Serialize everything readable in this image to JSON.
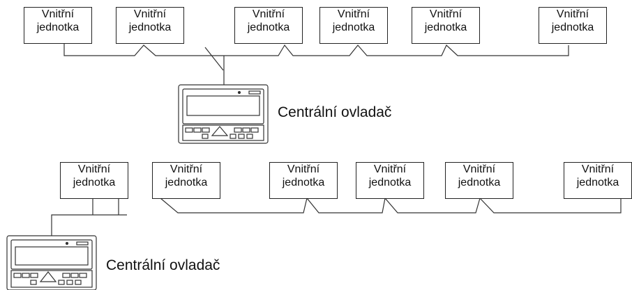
{
  "diagram": {
    "top_row": {
      "units": [
        {
          "line1": "Vnitřní",
          "line2": "jednotka"
        },
        {
          "line1": "Vnitřní",
          "line2": "jednotka"
        },
        {
          "line1": "Vnitřní",
          "line2": "jednotka"
        },
        {
          "line1": "Vnitřní",
          "line2": "jednotka"
        },
        {
          "line1": "Vnitřní",
          "line2": "jednotka"
        },
        {
          "line1": "Vnitřní",
          "line2": "jednotka"
        }
      ],
      "controller_label": "Centrální ovladač"
    },
    "bottom_row": {
      "units": [
        {
          "line1": "Vnitřní",
          "line2": "jednotka"
        },
        {
          "line1": "Vnitřní",
          "line2": "jednotka"
        },
        {
          "line1": "Vnitřní",
          "line2": "jednotka"
        },
        {
          "line1": "Vnitřní",
          "line2": "jednotka"
        },
        {
          "line1": "Vnitřní",
          "line2": "jednotka"
        },
        {
          "line1": "Vnitřní",
          "line2": "jednotka"
        }
      ],
      "controller_label": "Centrální ovladač"
    }
  }
}
